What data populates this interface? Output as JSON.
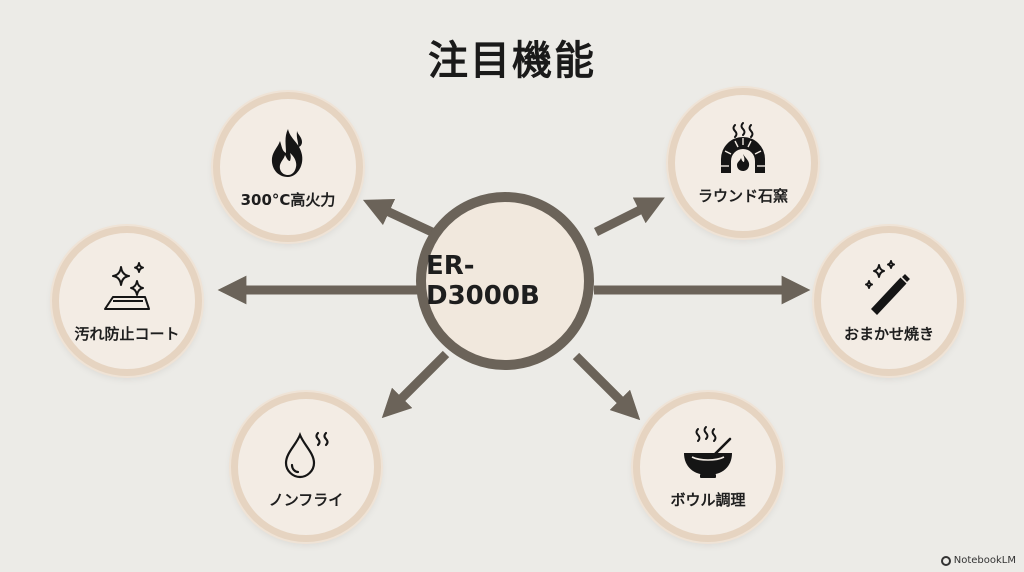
{
  "title": "注目機能",
  "center": {
    "label": "ER-D3000B"
  },
  "features": [
    {
      "id": "high-heat",
      "label": "300°C高火力",
      "icon": "flame-icon"
    },
    {
      "id": "stone-oven",
      "label": "ラウンド石窯",
      "icon": "stone-oven-icon"
    },
    {
      "id": "anti-stain",
      "label": "汚れ防止コート",
      "icon": "sparkle-surface-icon"
    },
    {
      "id": "auto-bake",
      "label": "おまかせ焼き",
      "icon": "magic-wand-icon"
    },
    {
      "id": "non-fry",
      "label": "ノンフライ",
      "icon": "oil-drop-icon"
    },
    {
      "id": "bowl-cooking",
      "label": "ボウル調理",
      "icon": "mixing-bowl-icon"
    }
  ],
  "credit": "NotebookLM",
  "colors": {
    "background": "#ecebe7",
    "connector": "#6b6359",
    "node_fill": "#f3ece4",
    "node_ring": "#e6d4c1"
  }
}
